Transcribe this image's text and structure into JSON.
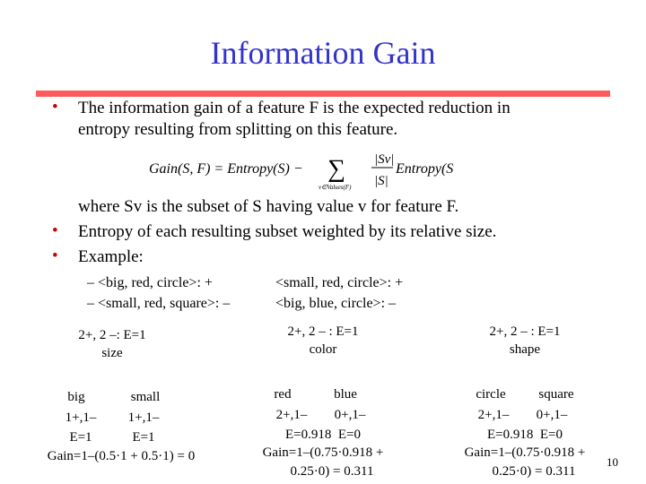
{
  "title": "Information Gain",
  "accent_color": "#ff5a5a",
  "title_color": "#3333cc",
  "bullets": {
    "b1_line1": "The information gain of a feature F is the expected reduction in",
    "b1_line2": "entropy resulting from splitting on this feature.",
    "where_line": "where Sv is the subset of S having value v for feature F.",
    "b2": "Entropy of each resulting subset weighted by its relative size.",
    "b3": "Example:"
  },
  "formula": {
    "lhs": "Gain(S, F) = Entropy(S) −",
    "sum_sub": "v∈Values(F)",
    "num": "|Sv|",
    "den": "|S|",
    "rhs": "Entropy(Sv)"
  },
  "example": {
    "left_1": "– <big, red, circle>: +",
    "left_2": "– <small, red, square>: –",
    "right_1": "<small, red, circle>: +",
    "right_2": "<big, blue, circle>: –"
  },
  "splits": {
    "size": {
      "header": "2+, 2 –: E=1",
      "feature": "size",
      "branch_left": "big",
      "branch_right": "small",
      "counts_left": "1+,1–",
      "counts_right": "1+,1–",
      "entropy_left": "E=1",
      "entropy_right": "E=1",
      "gain": "Gain=1–(0.5·1 + 0.5·1) = 0"
    },
    "color": {
      "header": "2+, 2 – : E=1",
      "feature": "color",
      "branch_left": "red",
      "branch_right": "blue",
      "counts_left": "2+,1–",
      "counts_right": "0+,1–",
      "entropy_line": "E=0.918  E=0",
      "gain_line1": "Gain=1–(0.75·0.918 +",
      "gain_line2": "0.25·0) = 0.311"
    },
    "shape": {
      "header": "2+, 2 – : E=1",
      "feature": "shape",
      "branch_left": "circle",
      "branch_right": "square",
      "counts_left": "2+,1–",
      "counts_right": "0+,1–",
      "entropy_line": "E=0.918  E=0",
      "gain_line1": "Gain=1–(0.75·0.918 +",
      "gain_line2": "0.25·0) = 0.311"
    }
  },
  "page_number": "10"
}
